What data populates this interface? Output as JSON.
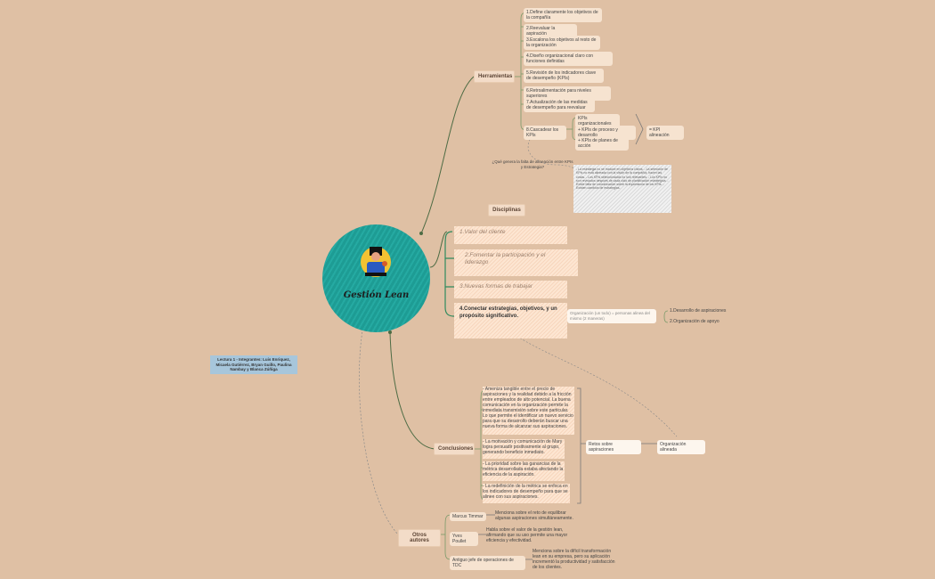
{
  "central": {
    "title": "Gestión Lean",
    "icon": "business-person-icon"
  },
  "legend": "Lectura 1 - Integrantes: Luis Enriquez, Micaela Gutiérrez, Bryan Guillo, Paulina Nambay y Blanca Zúñiga",
  "herramientas": {
    "label": "Herramientas",
    "items": [
      "1.Define claramente los objetivos de la compañía",
      "2.Reevaluar la aspiración",
      "3.Escalona los objetivos al resto de la organización",
      "4.Diseño organizacional claro con funciones definidas",
      "5.Revisión de los indicadores clave de desempeño (KPIs)",
      "6.Retroalimentación para niveles superiores",
      "7.Actualización de las medidas de desempeño para reevaluar",
      "8.Cascadear los KPIs"
    ],
    "kpis": [
      "KPIs organizacionales",
      "+ KPIs de proceso y desarrollo",
      "+ KPIs de planes de acción"
    ],
    "kpi_result": "= KPI alineación",
    "question": "¿Qué genera la falta de alineación entre KPIs y Estrategia?",
    "answer": "- La estrategia no se traduce en objetivos claros. - La selección de KPIs no está alineada con la visión de la compañía, hacen las cosas. - Los KPIs seleccionados no son relevantes. - Los KPIs no son revisados después de cada ciclo de planificación estratégica. - Existe falta de comunicación sobre la importancia de los KPIs. - Existen cambios de estrategias."
  },
  "disciplinas": {
    "label": "Disciplinas",
    "items": [
      "1.Valor del cliente",
      "2.Fomentar la participación y el liderazgo",
      "3.Nuevas formas de trabajar"
    ],
    "item4": "4.Conectar estrategias, objetivos, y un propósito significativo.",
    "org": "Organización (un todo) = personas alinea del mismo (2 maneras)",
    "org_items": [
      "1.Desarrollo de aspiraciones",
      "2.Organización de apoyo"
    ]
  },
  "conclusiones": {
    "label": "Conclusiones",
    "items": [
      "- Ameniza tangible entre el precio de aspiraciones y la realidad debido a la fricción entre empleados de alto potencial. La buena comunicación en la organización permite la inmediata transmisión sobre este particular. Lo que permite el identificar un nuevo servicio para que su desarrollo deberán buscar una nueva forma de alcanzar sus aspiraciones.",
      "- La motivación y comunicación de Mary logra persuadir positivamente al grupo, generando beneficio inmediato.",
      "- La prioridad sobre las ganancias de la métrica desarrollada estaba afectando la eficiencia de la aspiración.",
      "- La redefinición de la métrica se enfoca en los indicadores de desempeño para que se alinee con sus aspiraciones."
    ],
    "retos": "Retos sobre aspiraciones",
    "org": "Organización alineada"
  },
  "otros": {
    "label": "Otros autores",
    "authors": [
      {
        "name": "Marcus Timmar",
        "text": "Menciona sobre el reto de equilibrar algunas aspiraciones simultáneamente."
      },
      {
        "name": "Yves Poullet",
        "text": "Habla sobre el valor de la gestión lean, afirmando que su uso permite una mayor eficiencia y efectividad."
      },
      {
        "name": "Antiguo jefe de operaciones de TDC",
        "text": "Menciona sobre la difícil transformación lean en su empresa, pero su aplicación incrementó la productividad y satisfacción de los clientes."
      }
    ]
  },
  "colors": {
    "background": "#dfc0a4",
    "central": "#1d9c94",
    "link_primary": "#4d6b44",
    "link_dashed": "#7b7b7b",
    "legend": "#a7c6db"
  }
}
